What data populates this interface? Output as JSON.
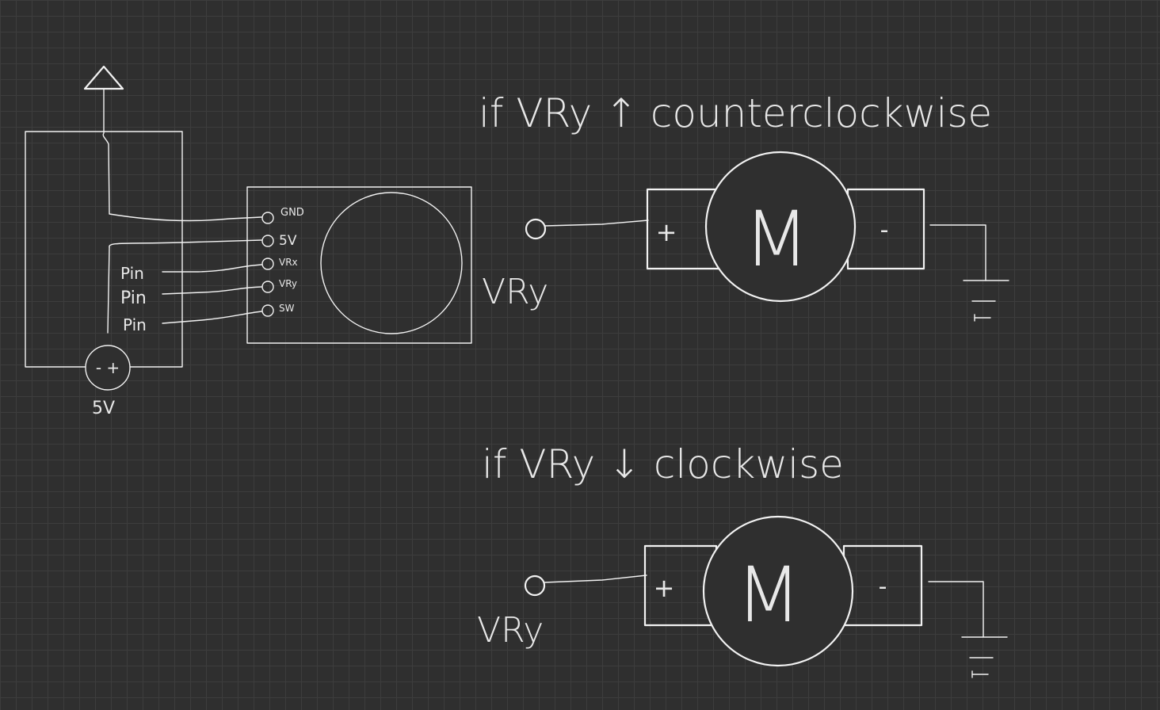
{
  "canvas": {
    "background": "#2f2f2f",
    "grid_color": "#3d3d3d",
    "ink_color": "#f2f2f2"
  },
  "microcontroller": {
    "pins": [
      "Pin",
      "Pin",
      "Pin"
    ],
    "supply_label": "5V",
    "supply_symbol": "- +"
  },
  "joystick": {
    "pins": [
      "GND",
      "5V",
      "VRx",
      "VRy",
      "SW"
    ]
  },
  "top_circuit": {
    "condition": "if VRy ↑ counterclockwise",
    "input_label": "VRy",
    "motor_label": "M",
    "plus_label": "+",
    "minus_label": "-"
  },
  "bottom_circuit": {
    "condition": "if VRy ↓ clockwise",
    "input_label": "VRy",
    "motor_label": "M",
    "plus_label": "+",
    "minus_label": "-"
  }
}
